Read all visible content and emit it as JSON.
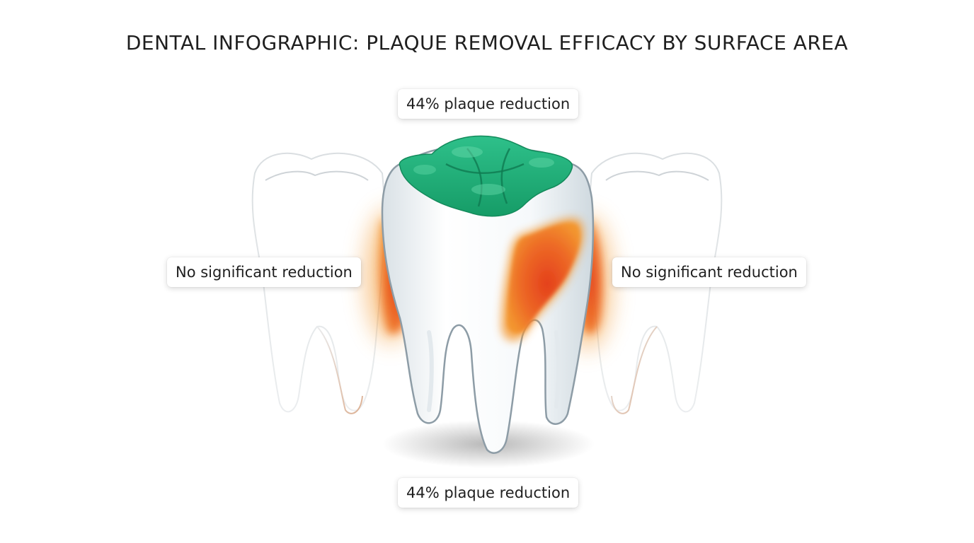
{
  "title": "DENTAL INFOGRAPHIC: PLAQUE REMOVAL EFFICACY BY SURFACE AREA",
  "labels": {
    "occlusal": "44% plaque reduction",
    "cervical": "44% plaque reduction",
    "interproximal_left": "No significant reduction",
    "interproximal_right": "No significant reduction"
  },
  "colors": {
    "reduction": "#20b07a",
    "no_reduction": "#ea5a1e",
    "tooth_outline": "#8a9aa4",
    "text": "#1e1e1e"
  }
}
